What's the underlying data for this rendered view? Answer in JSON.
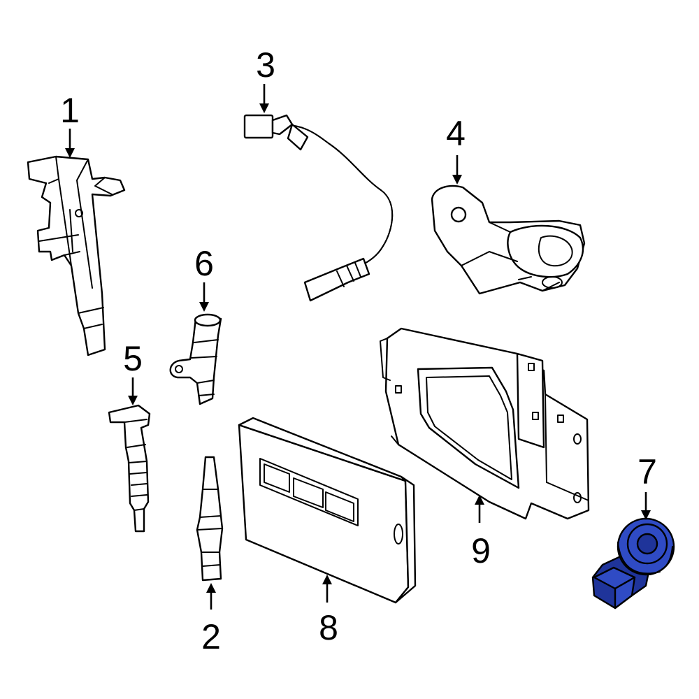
{
  "callouts": [
    {
      "number": "1",
      "part": "ignition-coil"
    },
    {
      "number": "2",
      "part": "spark-plug"
    },
    {
      "number": "3",
      "part": "oxygen-sensor"
    },
    {
      "number": "4",
      "part": "sensor-mounting-bracket"
    },
    {
      "number": "5",
      "part": "ignition-coil-small"
    },
    {
      "number": "6",
      "part": "position-sensor"
    },
    {
      "number": "7",
      "part": "knock-sensor",
      "highlighted": true
    },
    {
      "number": "8",
      "part": "engine-control-module"
    },
    {
      "number": "9",
      "part": "control-module-bracket"
    }
  ],
  "colors": {
    "line": "#000000",
    "background": "#ffffff",
    "highlight_fill": "#2f4bc4",
    "highlight_dark": "#1f349a"
  }
}
